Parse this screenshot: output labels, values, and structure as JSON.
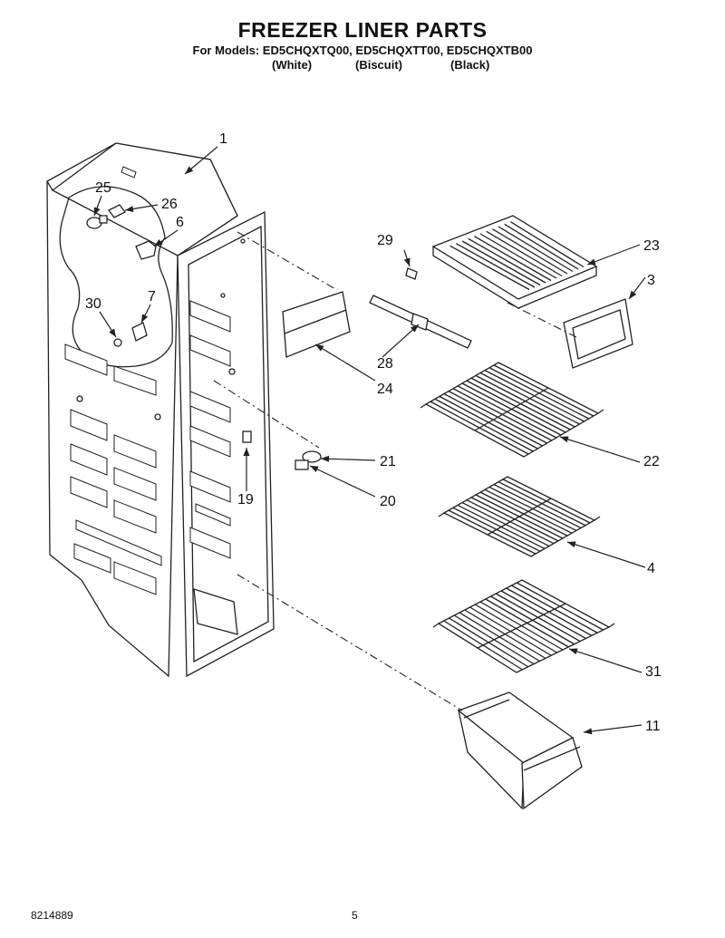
{
  "header": {
    "title": "FREEZER LINER PARTS",
    "models_line": "For Models: ED5CHQXTQ00, ED5CHQXTT00, ED5CHQXTB00",
    "colors": [
      "(White)",
      "(Biscuit)",
      "(Black)"
    ]
  },
  "part_numbers": {
    "p1": "1",
    "p25": "25",
    "p26": "26",
    "p6": "6",
    "p30": "30",
    "p7": "7",
    "p19": "19",
    "p29": "29",
    "p28": "28",
    "p24": "24",
    "p21": "21",
    "p20": "20",
    "p23": "23",
    "p3": "3",
    "p22": "22",
    "p4": "4",
    "p31": "31",
    "p11": "11"
  },
  "footer": {
    "doc_number": "8214889",
    "page_number": "5"
  }
}
